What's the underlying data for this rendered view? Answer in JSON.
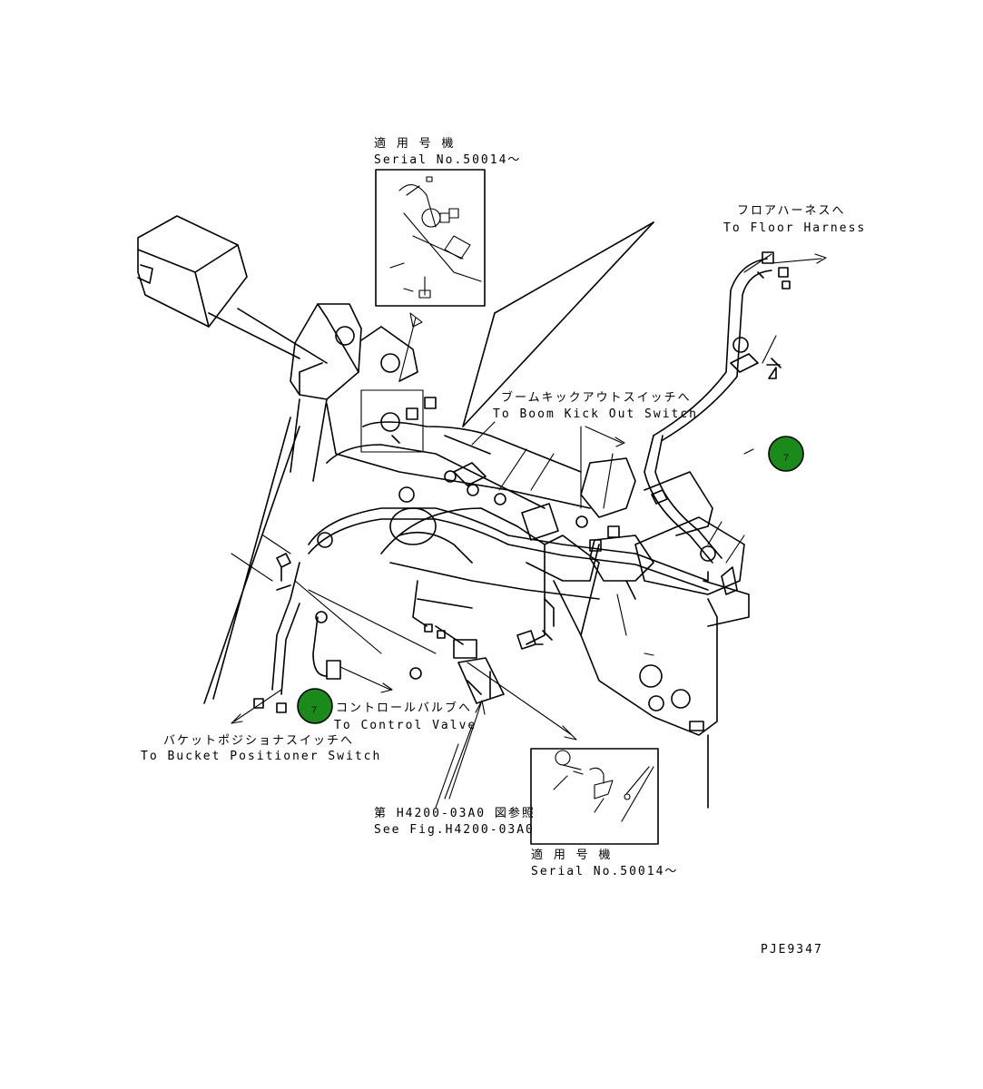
{
  "labels": {
    "serial_top_jp": "適 用 号 機",
    "serial_top_en": "Serial No.50014～",
    "floor_jp": "フロアハーネスへ",
    "floor_en": "To Floor Harness",
    "boom_jp": "ブームキックアウトスイッチへ",
    "boom_en": "To Boom Kick Out Switch",
    "control_jp": "コントロールバルブへ",
    "control_en": "To Control Valve",
    "bucket_jp": "バケットポジショナスイッチへ",
    "bucket_en": "To Bucket Positioner Switch",
    "fig_jp": "第 H4200-03A0 図参照",
    "fig_en": "See Fig.H4200-03A0",
    "serial_bottom_jp": "適 用 号 機",
    "serial_bottom_en": "Serial No.50014～",
    "drawing_code": "PJE9347"
  },
  "callouts": [
    {
      "number": "7",
      "color": "#1a8a1a"
    },
    {
      "number": "7",
      "color": "#1a8a1a"
    }
  ]
}
